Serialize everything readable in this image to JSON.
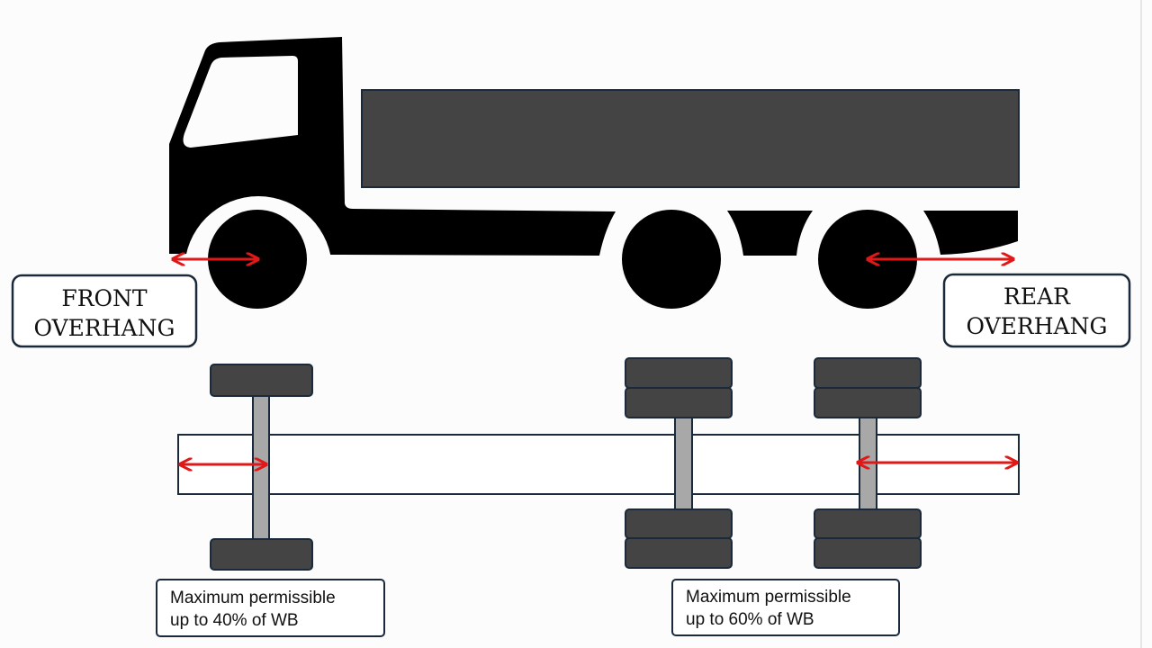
{
  "labels": {
    "front_overhang": [
      "FRONT",
      "OVERHANG"
    ],
    "rear_overhang": [
      "REAR",
      "OVERHANG"
    ],
    "front_note": [
      "Maximum permissible",
      "up to 40% of WB"
    ],
    "rear_note": [
      "Maximum permissible",
      "up to 60% of WB"
    ]
  },
  "colors": {
    "arrow": "#e01818",
    "truck": "#000000",
    "cargo": "#444444",
    "outline": "#1a2a3a",
    "axle": "#a8a8a8"
  }
}
